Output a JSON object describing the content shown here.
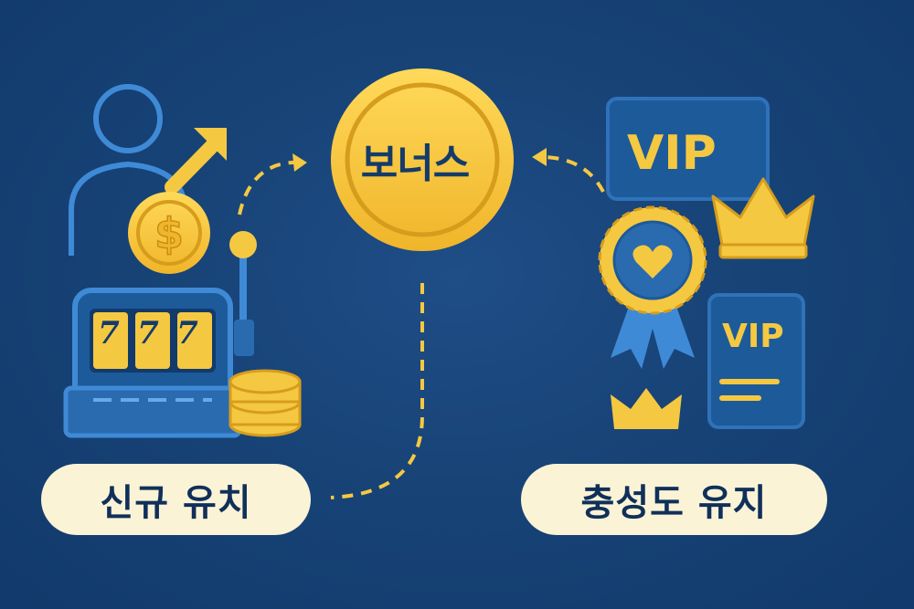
{
  "diagram": {
    "center": {
      "label": "보너스"
    },
    "left": {
      "label": "신규 유치",
      "slot_reels": [
        "7",
        "7",
        "7"
      ]
    },
    "right": {
      "label": "충성도 유지",
      "badge_big": "VIP",
      "badge_card": "VIP"
    }
  },
  "colors": {
    "background": "#174377",
    "gold": "#f5c842",
    "navy": "#143b6a",
    "pill": "#fbf3d6",
    "line_blue": "#3f8ad6"
  },
  "icons": [
    "user-icon",
    "arrow-up-icon",
    "dollar-coin-icon",
    "slot-machine-icon",
    "coin-stack-icon",
    "vip-badge-icon",
    "crown-icon",
    "heart-ribbon-icon",
    "vip-card-icon"
  ]
}
